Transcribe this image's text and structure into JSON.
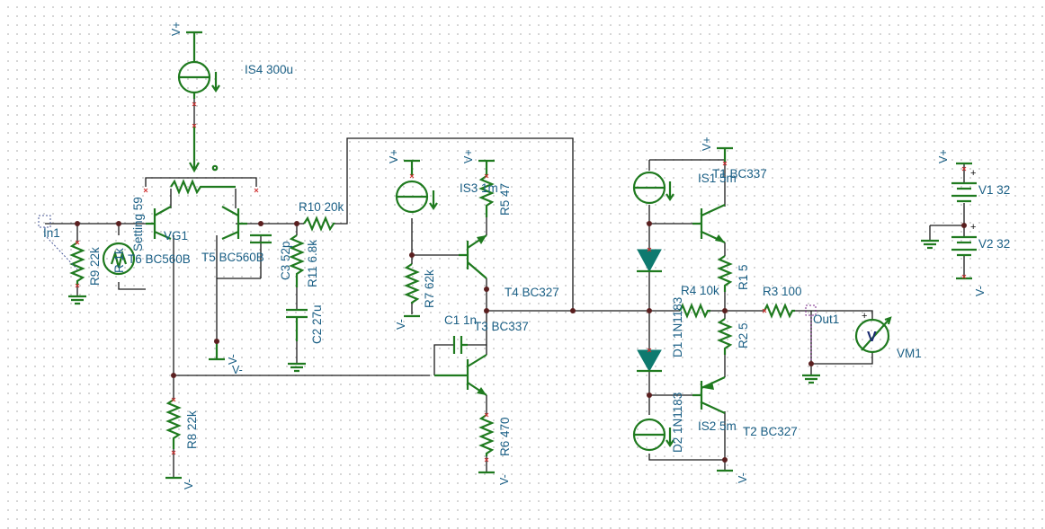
{
  "components": {
    "IS4": "IS4 300u",
    "IS3": "IS3 1m",
    "IS1": "IS1 5m",
    "IS2": "IS2 5m",
    "VG1": "VG1",
    "setting": "Setting 59",
    "R9": "R9 22k",
    "RIk": "R 1k",
    "T6": "T6 BC560B",
    "T5": "T5 BC560B",
    "R10": "R10 20k",
    "C3": "C3 52p",
    "R11": "R11 6.8k",
    "C2": "C2 27u",
    "R5": "R5 47",
    "R7": "R7 62k",
    "T4": "T4 BC327",
    "C1": "C1 1n",
    "T3": "T3 BC337",
    "R8": "R8 22k",
    "R6": "R6 470",
    "T1": "T1 BC337",
    "R1": "R1 5",
    "R4": "R4 10k",
    "D1": "D1 1N1183",
    "R2": "R2 5",
    "D2": "D2 1N1183",
    "T2": "T2 BC327",
    "R3": "R3 100",
    "VM1": "VM1",
    "V1": "V1 32",
    "V2": "V2 32"
  },
  "nets": {
    "in": "In1",
    "out": "Out1",
    "vplus": "V+",
    "vminus": "V-"
  },
  "icons": {
    "current_source": "current-source-icon",
    "voltage_meter": "V",
    "battery_plus": "+"
  }
}
